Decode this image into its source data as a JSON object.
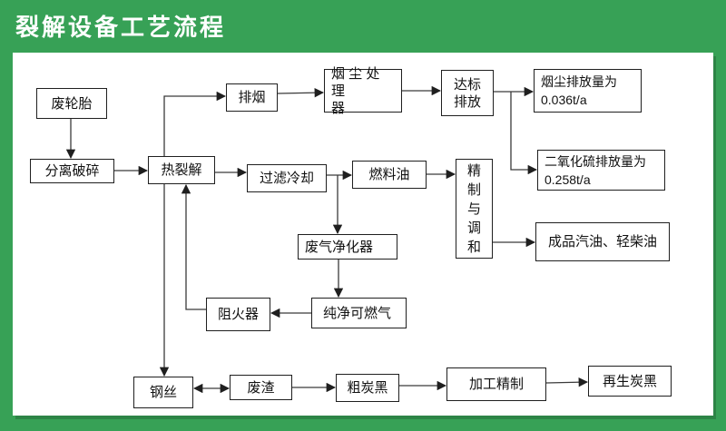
{
  "page": {
    "title": "裂解设备工艺流程"
  },
  "colors": {
    "frame_green": "#37a156",
    "panel_white": "#ffffff",
    "box_border": "#1f1f1f",
    "line_color": "#3a3a3a"
  },
  "nodes": {
    "waste_tire": {
      "label": "废轮胎"
    },
    "separation_crushing": {
      "label": "分离破碎"
    },
    "pyrolysis": {
      "label": "热裂解"
    },
    "smoke_exhaust": {
      "label": "排烟"
    },
    "dust_processor": {
      "label": "烟 尘 处 理\n器"
    },
    "standard_discharge": {
      "label": "达标\n排放"
    },
    "dust_emission": {
      "label": "烟尘排放量为\n0.036t/a"
    },
    "so2_emission": {
      "label": "二氧化硫排放量为\n0.258t/a"
    },
    "filter_cooling": {
      "label": "过滤冷却"
    },
    "fuel_oil": {
      "label": "燃料油"
    },
    "refine_blend": {
      "label": "精\n制\n与\n调\n和"
    },
    "finished_oil": {
      "label": "成品汽油、轻柴油"
    },
    "waste_gas_purifier": {
      "label": "废气净化器"
    },
    "pure_gas": {
      "label": "纯净可燃气"
    },
    "flame_arrester": {
      "label": "阻火器"
    },
    "steel_wire": {
      "label": "钢丝"
    },
    "waste_residue": {
      "label": "废渣"
    },
    "crude_carbon_black": {
      "label": "粗炭黑"
    },
    "processing_refine": {
      "label": "加工精制"
    },
    "regen_carbon_black": {
      "label": "再生炭黑"
    }
  }
}
